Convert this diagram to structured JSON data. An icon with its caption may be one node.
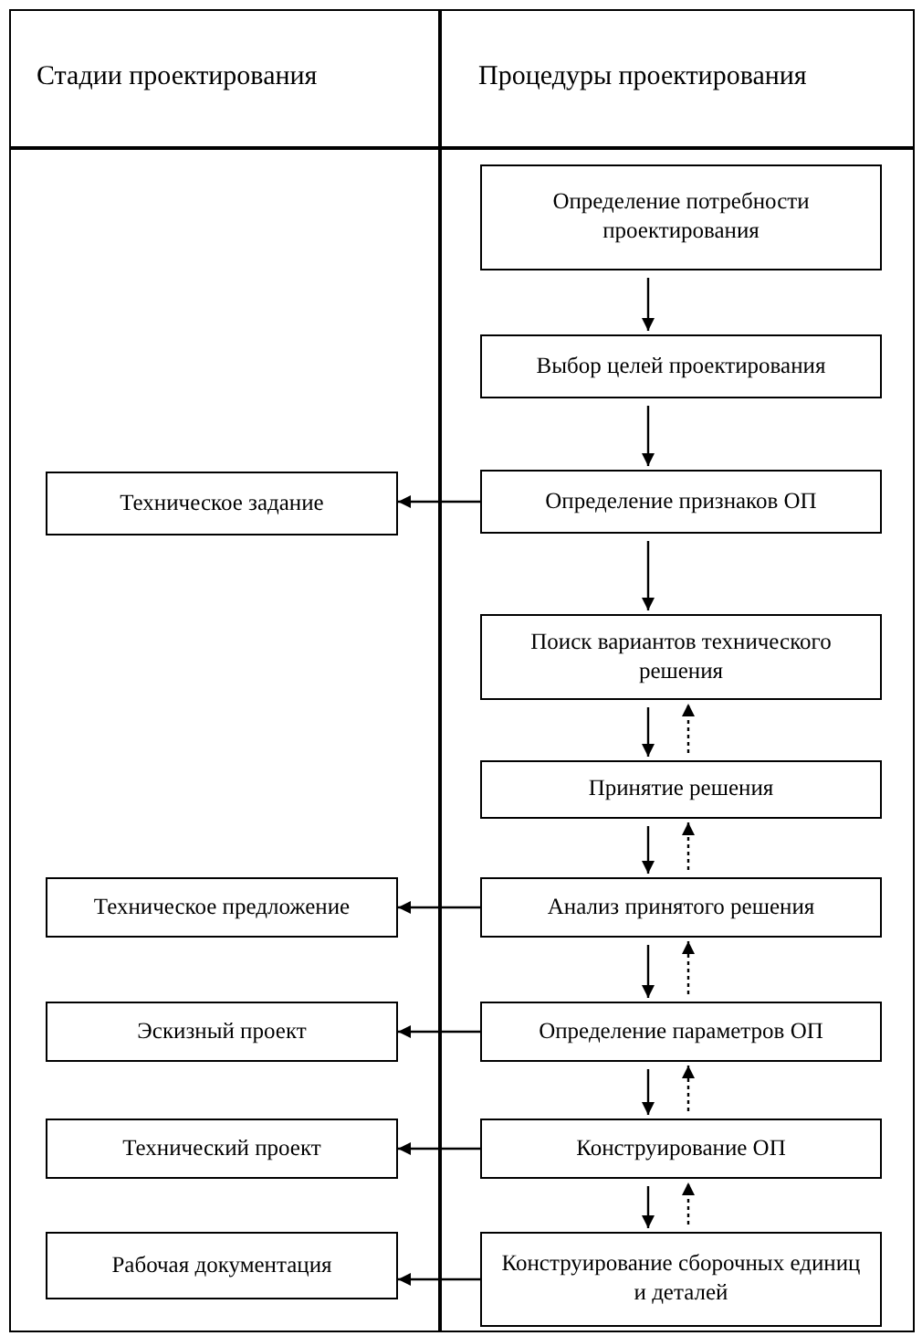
{
  "diagram": {
    "nodes": [
      {
        "text": [
          "Определение потребности проектирования"
        ]
      },
      {
        "text": [
          "Выбор целей проектирования"
        ]
      },
      {
        "text": [
          "Определение признаков ОП"
        ]
      },
      {
        "text": [
          "Поиск вариантов технического решения"
        ]
      },
      {
        "text": [
          "Принятие решения"
        ]
      },
      {
        "text": [
          "Анализ принятого решения"
        ]
      },
      {
        "text": [
          "Определение параметров ОП"
        ]
      },
      {
        "text": [
          "Конструирование ОП"
        ]
      },
      {
        "text": [
          "Конструирование сборочных единиц и деталей"
        ]
      },
      {
        "text": [
          "Техническое задание"
        ]
      },
      {
        "text": [
          "Техническое предложение"
        ]
      },
      {
        "text": [
          "Эскизный проект"
        ]
      },
      {
        "text": [
          "Технический проект"
        ]
      },
      {
        "text": [
          "Рабочая документация"
        ]
      }
    ],
    "edges": [
      {
        "from": 0,
        "to": 1,
        "arrow": "to"
      },
      {
        "from": 1,
        "to": 2,
        "arrow": "to"
      },
      {
        "from": 2,
        "to": 3,
        "arrow": "to"
      },
      {
        "from": 3,
        "to": 4,
        "arrow": "to"
      },
      {
        "from": 4,
        "to": 3,
        "arrow": "to",
        "style": "dashed"
      },
      {
        "from": 4,
        "to": 5,
        "arrow": "to"
      },
      {
        "from": 5,
        "to": 4,
        "arrow": "to",
        "style": "dashed"
      },
      {
        "from": 5,
        "to": 6,
        "arrow": "to"
      },
      {
        "from": 6,
        "to": 5,
        "arrow": "to",
        "style": "dashed"
      },
      {
        "from": 6,
        "to": 7,
        "arrow": "to"
      },
      {
        "from": 7,
        "to": 6,
        "arrow": "to",
        "style": "dashed"
      },
      {
        "from": 7,
        "to": 8,
        "arrow": "to"
      },
      {
        "from": 8,
        "to": 7,
        "arrow": "to",
        "style": "dashed"
      },
      {
        "from": 2,
        "to": 9,
        "arrow": "to"
      },
      {
        "from": 5,
        "to": 10,
        "arrow": "to"
      },
      {
        "from": 6,
        "to": 11,
        "arrow": "to"
      },
      {
        "from": 7,
        "to": 12,
        "arrow": "to"
      },
      {
        "from": 8,
        "to": 13,
        "arrow": "to"
      }
    ],
    "labels": [
      "Стадии проектирования",
      "Процедуры проектирования"
    ]
  }
}
